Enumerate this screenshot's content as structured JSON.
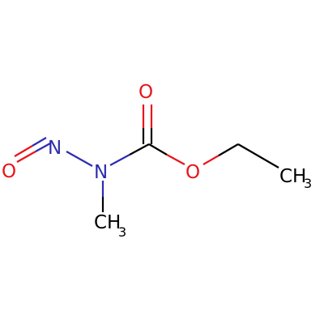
{
  "molecule": {
    "colors": {
      "oxygen": "#e8141a",
      "nitrogen": "#2d2dae",
      "carbon": "#000000"
    },
    "atoms": {
      "o_nitroso": "O",
      "n_nitroso": "N",
      "n_amine": "N",
      "o_carbonyl": "O",
      "o_ester": "O",
      "ch3_ethyl": "CH",
      "ch3_ethyl_sub": "3",
      "ch3_methyl": "CH",
      "ch3_methyl_sub": "3"
    }
  }
}
